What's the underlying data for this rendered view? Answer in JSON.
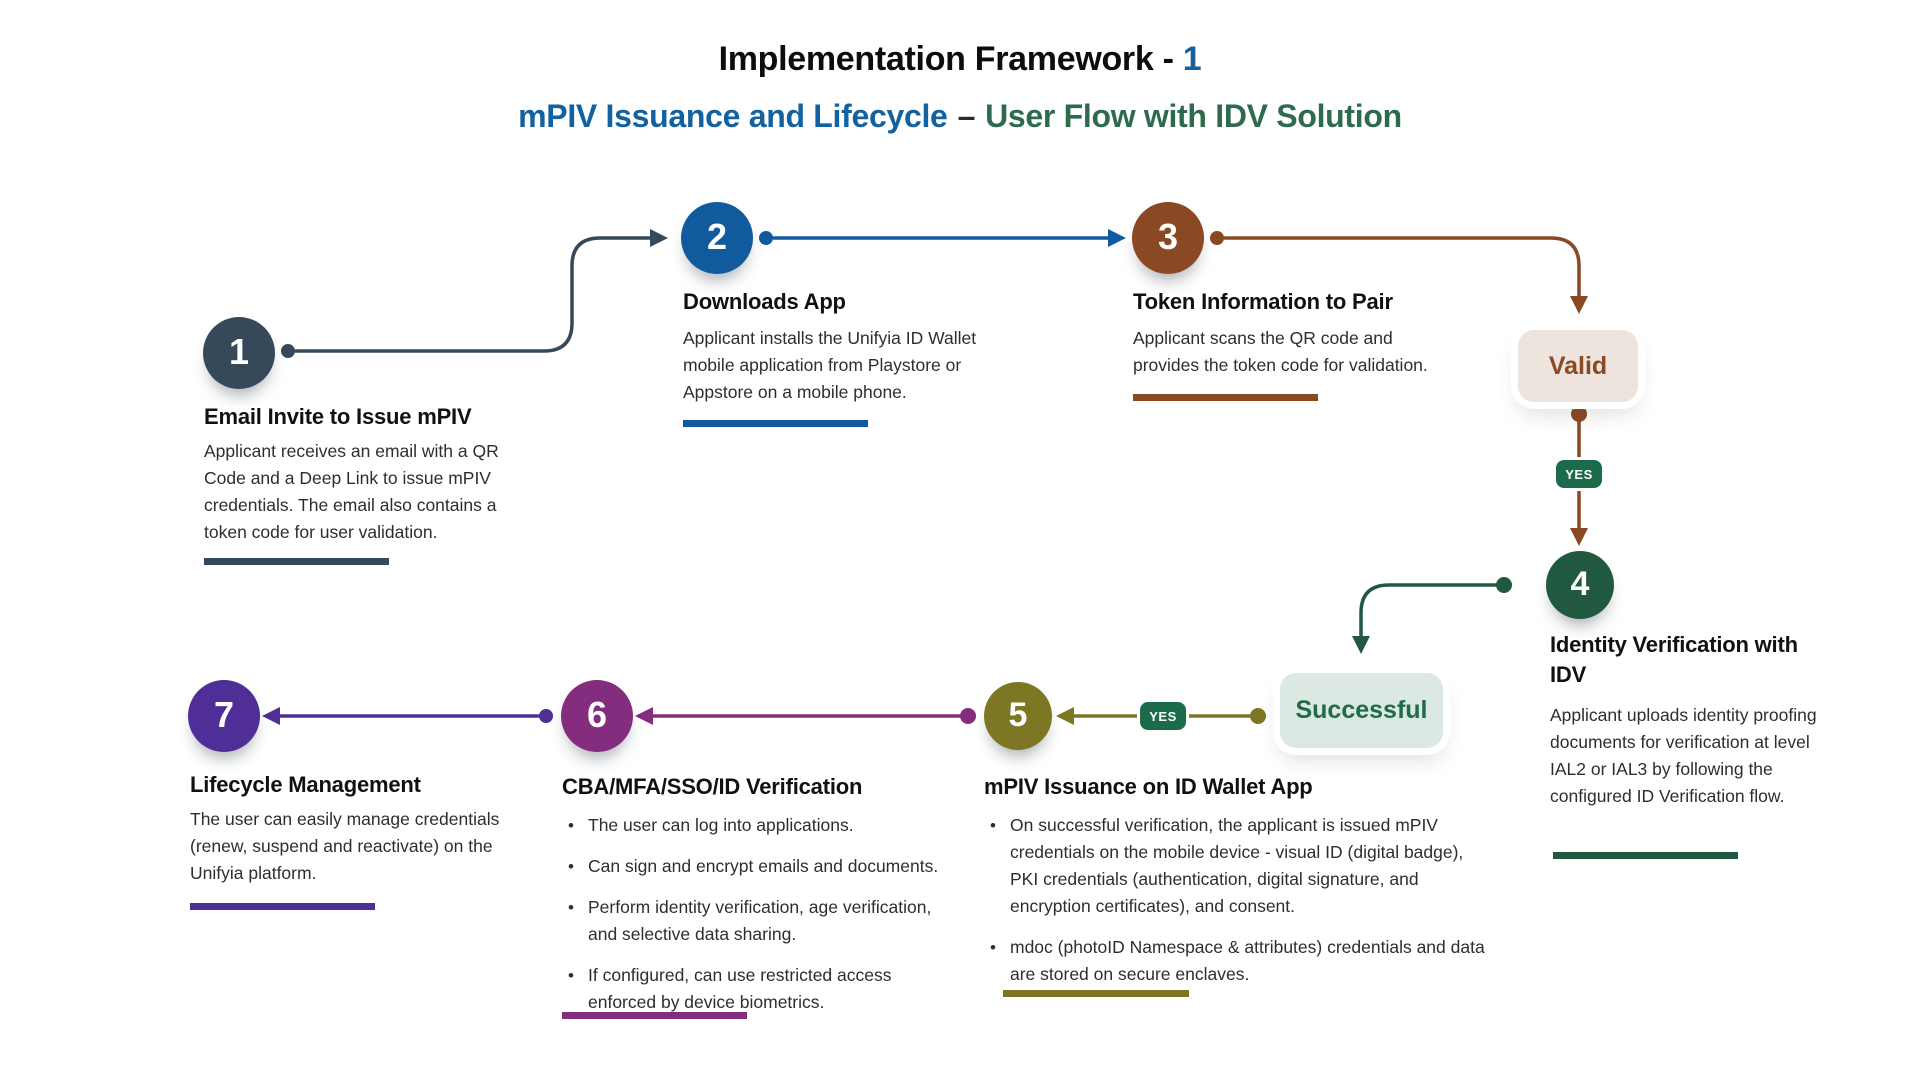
{
  "title": {
    "text": "Implementation Framework - ",
    "highlight": "1"
  },
  "subtitle": {
    "left": "mPIV Issuance and Lifecycle",
    "separator": "–",
    "right": "User Flow with IDV Solution"
  },
  "colors": {
    "title_text": "#0d0d0d",
    "title_highlight": "#1261A0",
    "subtitle_left": "#1261A0",
    "subtitle_right": "#2E6B4E",
    "yes_badge_bg": "#1C6B4B",
    "yes_badge_text": "#FFFFFF",
    "valid_box_bg": "#EDE4DD",
    "valid_box_text": "#8A4823",
    "successful_box_bg": "#DCE8E2",
    "successful_box_text": "#1E6B4D"
  },
  "decisions": {
    "valid": {
      "label": "Valid",
      "yes_label": "YES"
    },
    "successful": {
      "label": "Successful",
      "yes_label": "YES"
    }
  },
  "steps": [
    {
      "number": "1",
      "title": "Email Invite to Issue mPIV",
      "description": "Applicant receives an email with a QR Code and a Deep Link to issue mPIV credentials. The email also contains a token code for user validation.",
      "accent": "#36495B"
    },
    {
      "number": "2",
      "title": "Downloads App",
      "description": "Applicant installs the Unifyia ID Wallet mobile application from Playstore or Appstore on a mobile phone.",
      "accent": "#125A9E"
    },
    {
      "number": "3",
      "title": "Token Information to Pair",
      "description": "Applicant scans the QR code and provides the token code for validation.",
      "accent": "#8A4823"
    },
    {
      "number": "4",
      "title": "Identity Verification with IDV",
      "description": "Applicant uploads identity proofing documents for verification at level IAL2 or IAL3 by following the configured ID Verification flow.",
      "accent": "#20593F"
    },
    {
      "number": "5",
      "title": "mPIV Issuance on ID Wallet App",
      "bullets": [
        "On successful verification, the applicant is issued mPIV credentials on the mobile device - visual ID (digital badge), PKI credentials (authentication, digital signature, and encryption certificates), and consent.",
        "mdoc (photoID Namespace & attributes) credentials and data are stored on secure enclaves."
      ],
      "accent": "#7D7623"
    },
    {
      "number": "6",
      "title": "CBA/MFA/SSO/ID Verification",
      "bullets": [
        "The user can log into applications.",
        "Can sign and encrypt emails and documents.",
        "Perform identity verification, age verification, and selective data sharing.",
        "If configured, can use restricted access enforced by device biometrics."
      ],
      "accent": "#842C7D"
    },
    {
      "number": "7",
      "title": "Lifecycle Management",
      "description": "The user can easily manage credentials (renew, suspend and reactivate) on the Unifyia platform.",
      "accent": "#4F2E97"
    }
  ]
}
